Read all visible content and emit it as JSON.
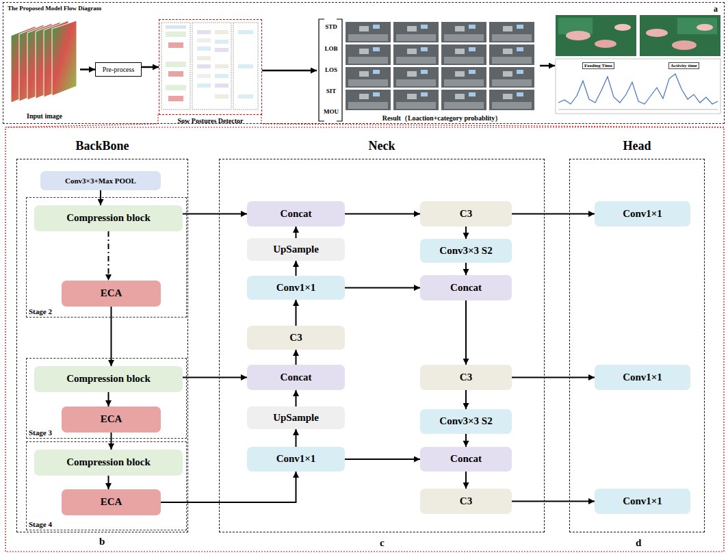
{
  "diagram": {
    "nodes": [
      {
        "text": [
          "The Proposed Model Flow Diagram"
        ]
      },
      {
        "text": [
          "Input image"
        ],
        "in": 0
      },
      {
        "text": [
          "Pre-process"
        ],
        "in": 0
      },
      {
        "text": [
          "Sow Postures Detector"
        ],
        "in": 0
      },
      {
        "text": [
          "STD",
          "LOB",
          "LOS",
          "SIT",
          "MOU",
          "Result（Loaction+category probablity）"
        ],
        "in": 0
      },
      {
        "text": [
          "Feeding Time",
          "Activity time"
        ],
        "in": 0
      },
      {
        "text": [
          "BackBone"
        ]
      },
      {
        "text": [
          "Conv3×3+Max POOL"
        ],
        "in": 6
      },
      {
        "text": [
          "Stage 2"
        ],
        "in": 6
      },
      {
        "text": [
          "Compression block"
        ],
        "in": 8
      },
      {
        "text": [
          "ECA"
        ],
        "in": 8
      },
      {
        "text": [
          "Stage 3"
        ],
        "in": 6
      },
      {
        "text": [
          "Compression block"
        ],
        "in": 11
      },
      {
        "text": [
          "ECA"
        ],
        "in": 11
      },
      {
        "text": [
          "Stage 4"
        ],
        "in": 6
      },
      {
        "text": [
          "Compression block"
        ],
        "in": 14
      },
      {
        "text": [
          "ECA"
        ],
        "in": 14
      },
      {
        "text": [
          "Neck"
        ]
      },
      {
        "text": [
          "Concat"
        ],
        "in": 17
      },
      {
        "text": [
          "C3"
        ],
        "in": 17
      },
      {
        "text": [
          "UpSample"
        ],
        "in": 17
      },
      {
        "text": [
          "Conv3×3 S2"
        ],
        "in": 17
      },
      {
        "text": [
          "Conv1×1"
        ],
        "in": 17
      },
      {
        "text": [
          "Concat"
        ],
        "in": 17
      },
      {
        "text": [
          "C3"
        ],
        "in": 17
      },
      {
        "text": [
          "Concat"
        ],
        "in": 17
      },
      {
        "text": [
          "C3"
        ],
        "in": 17
      },
      {
        "text": [
          "UpSample"
        ],
        "in": 17
      },
      {
        "text": [
          "Conv3×3 S2"
        ],
        "in": 17
      },
      {
        "text": [
          "Conv1×1"
        ],
        "in": 17
      },
      {
        "text": [
          "Concat"
        ],
        "in": 17
      },
      {
        "text": [
          "C3"
        ],
        "in": 17
      },
      {
        "text": [
          "Head"
        ]
      },
      {
        "text": [
          "Conv1×1"
        ],
        "in": 32
      },
      {
        "text": [
          "Conv1×1"
        ],
        "in": 32
      },
      {
        "text": [
          "Conv1×1"
        ],
        "in": 32
      }
    ],
    "edges": [
      {
        "from": 1,
        "to": 2,
        "arrow": "to"
      },
      {
        "from": 2,
        "to": 3,
        "arrow": "to"
      },
      {
        "from": 3,
        "to": 4,
        "arrow": "to"
      },
      {
        "from": 4,
        "to": 5,
        "arrow": "to"
      },
      {
        "from": 7,
        "to": 9,
        "arrow": "to"
      },
      {
        "from": 9,
        "to": 10,
        "arrow": "to"
      },
      {
        "from": 10,
        "to": 12,
        "arrow": "to"
      },
      {
        "from": 12,
        "to": 13,
        "arrow": "to"
      },
      {
        "from": 13,
        "to": 15,
        "arrow": "to"
      },
      {
        "from": 15,
        "to": 16,
        "arrow": "to"
      },
      {
        "from": 9,
        "to": 18,
        "arrow": "to"
      },
      {
        "from": 12,
        "to": 25,
        "arrow": "to"
      },
      {
        "from": 16,
        "to": 29,
        "arrow": "to"
      },
      {
        "from": 29,
        "to": 27,
        "arrow": "to"
      },
      {
        "from": 27,
        "to": 25,
        "arrow": "to"
      },
      {
        "from": 25,
        "to": 24,
        "arrow": "to"
      },
      {
        "from": 24,
        "to": 22,
        "arrow": "to"
      },
      {
        "from": 22,
        "to": 20,
        "arrow": "to"
      },
      {
        "from": 20,
        "to": 18,
        "arrow": "to"
      },
      {
        "from": 18,
        "to": 19,
        "arrow": "to"
      },
      {
        "from": 19,
        "to": 21,
        "arrow": "to"
      },
      {
        "from": 22,
        "to": 23,
        "arrow": "to"
      },
      {
        "from": 21,
        "to": 23,
        "arrow": "to"
      },
      {
        "from": 23,
        "to": 26,
        "arrow": "to"
      },
      {
        "from": 26,
        "to": 28,
        "arrow": "to"
      },
      {
        "from": 29,
        "to": 30,
        "arrow": "to"
      },
      {
        "from": 28,
        "to": 30,
        "arrow": "to"
      },
      {
        "from": 30,
        "to": 31,
        "arrow": "to"
      },
      {
        "from": 19,
        "to": 33,
        "arrow": "to"
      },
      {
        "from": 26,
        "to": 34,
        "arrow": "to"
      },
      {
        "from": 31,
        "to": 35,
        "arrow": "to"
      }
    ],
    "labels": [
      "a",
      "b",
      "c",
      "d"
    ]
  }
}
